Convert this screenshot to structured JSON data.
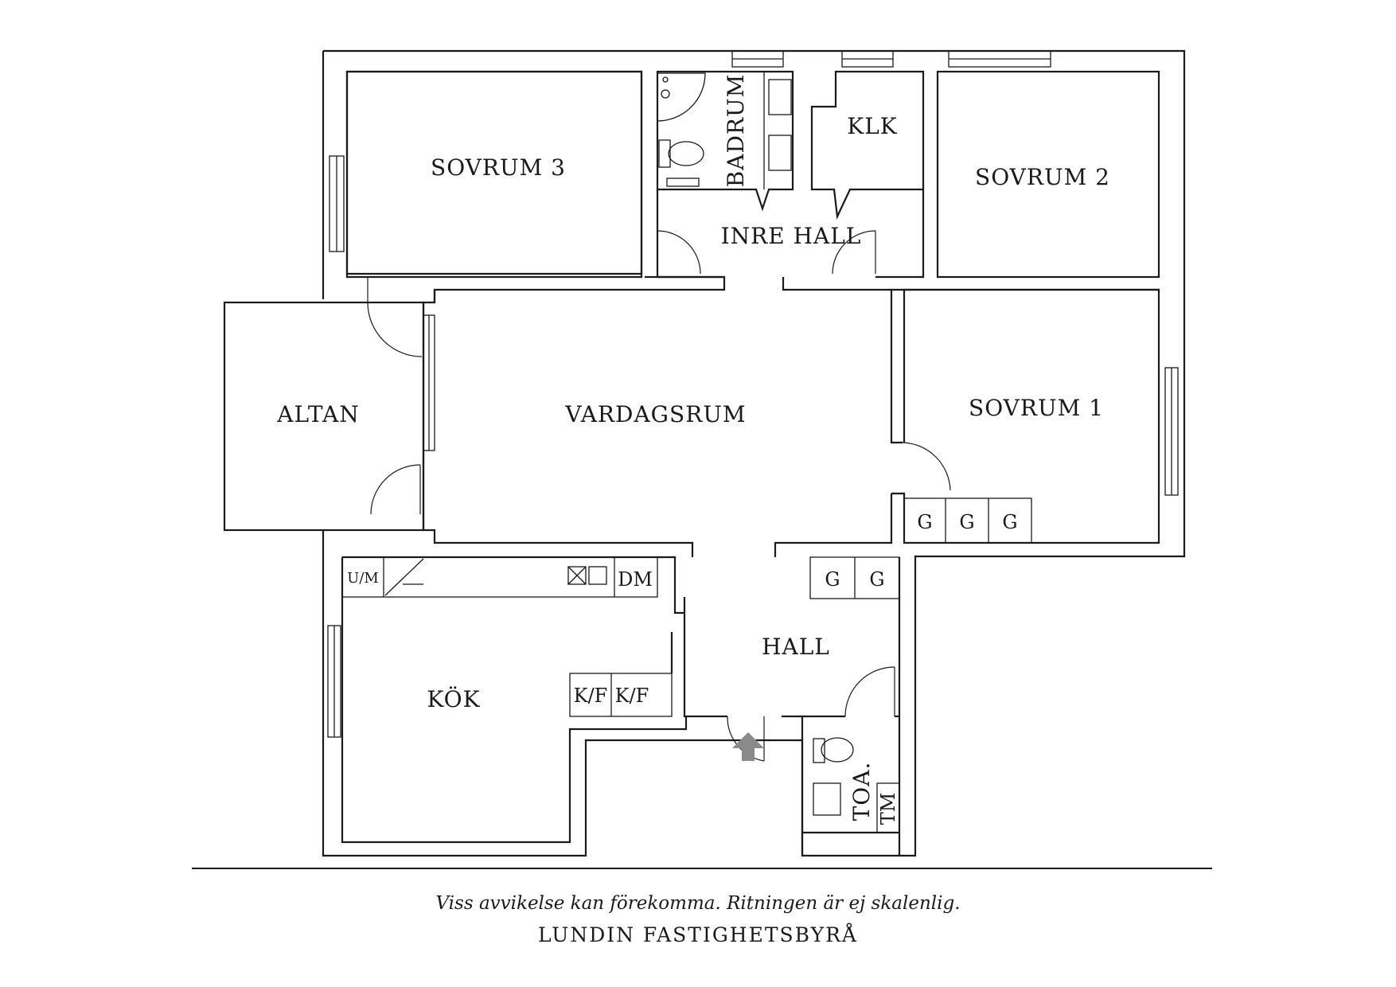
{
  "rooms": {
    "sovrum3": "SOVRUM 3",
    "badrum": "BADRUM",
    "klk": "KLK",
    "sovrum2": "SOVRUM 2",
    "inre_hall": "INRE HALL",
    "altan": "ALTAN",
    "vardagsrum": "VARDAGSRUM",
    "sovrum1": "SOVRUM 1",
    "kok": "KÖK",
    "hall": "HALL",
    "toa": "TOA."
  },
  "fixtures": {
    "um": "U/M",
    "dm": "DM",
    "kf1": "K/F",
    "kf2": "K/F",
    "tm": "TM",
    "wardrobes_sovrum1": [
      "G",
      "G",
      "G"
    ],
    "wardrobes_hall": [
      "G",
      "G"
    ]
  },
  "footer": {
    "disclaimer": "Viss avvikelse kan förekomma. Ritningen är ej skalenlig.",
    "brand": "LUNDIN FASTIGHETSBYRÅ"
  }
}
